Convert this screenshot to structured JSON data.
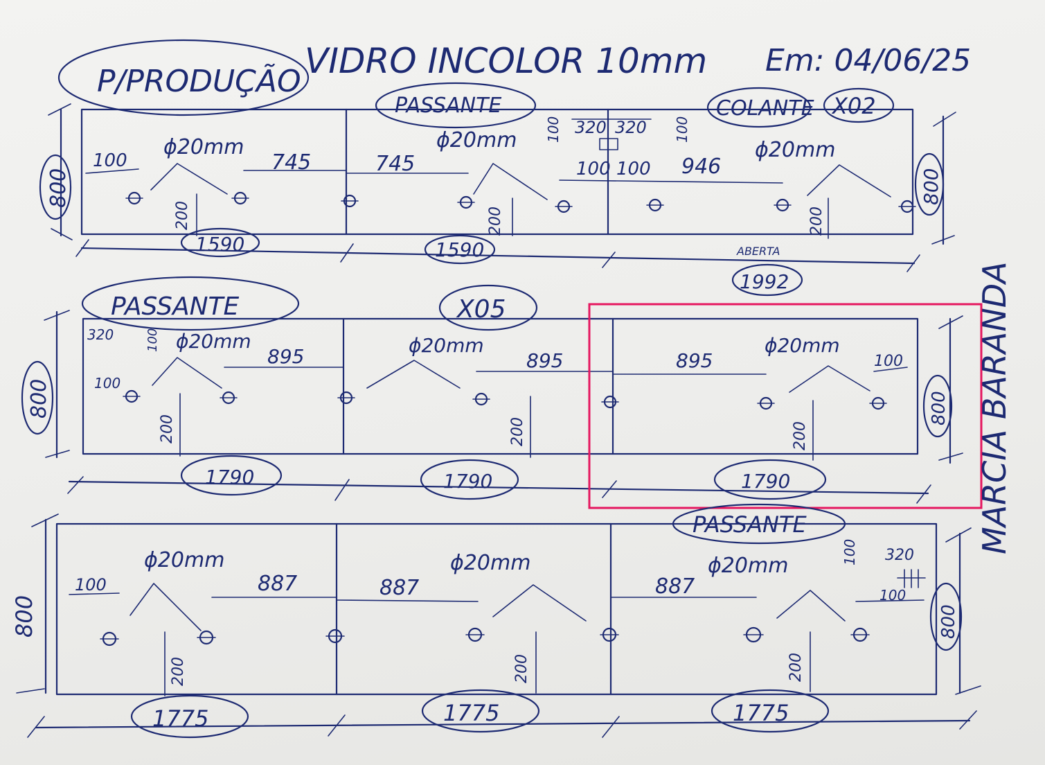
{
  "header": {
    "title": "VIDRO INCOLOR 10mm",
    "date": "Em: 04/06/25",
    "tag_producao": "P/PRODUÇÃO",
    "signature": "MARCIA BARANDA"
  },
  "labels": {
    "passante": "PASSANTE",
    "colante": "COLANTE",
    "x02": "X02",
    "x05": "X05",
    "entalhe": "ABERTA",
    "hole_dia": "ϕ20mm"
  },
  "dims": {
    "d100": "100",
    "d200": "200",
    "d320": "320",
    "d800": "800",
    "d745": "745",
    "d946": "946",
    "d895": "895",
    "d887": "887",
    "d1590": "1590",
    "d1992": "1992",
    "d1790": "1790",
    "d1775": "1775"
  },
  "colors": {
    "ink": "#1d2a72",
    "highlight": "#e5175f",
    "paper": "#f0f0ee"
  }
}
